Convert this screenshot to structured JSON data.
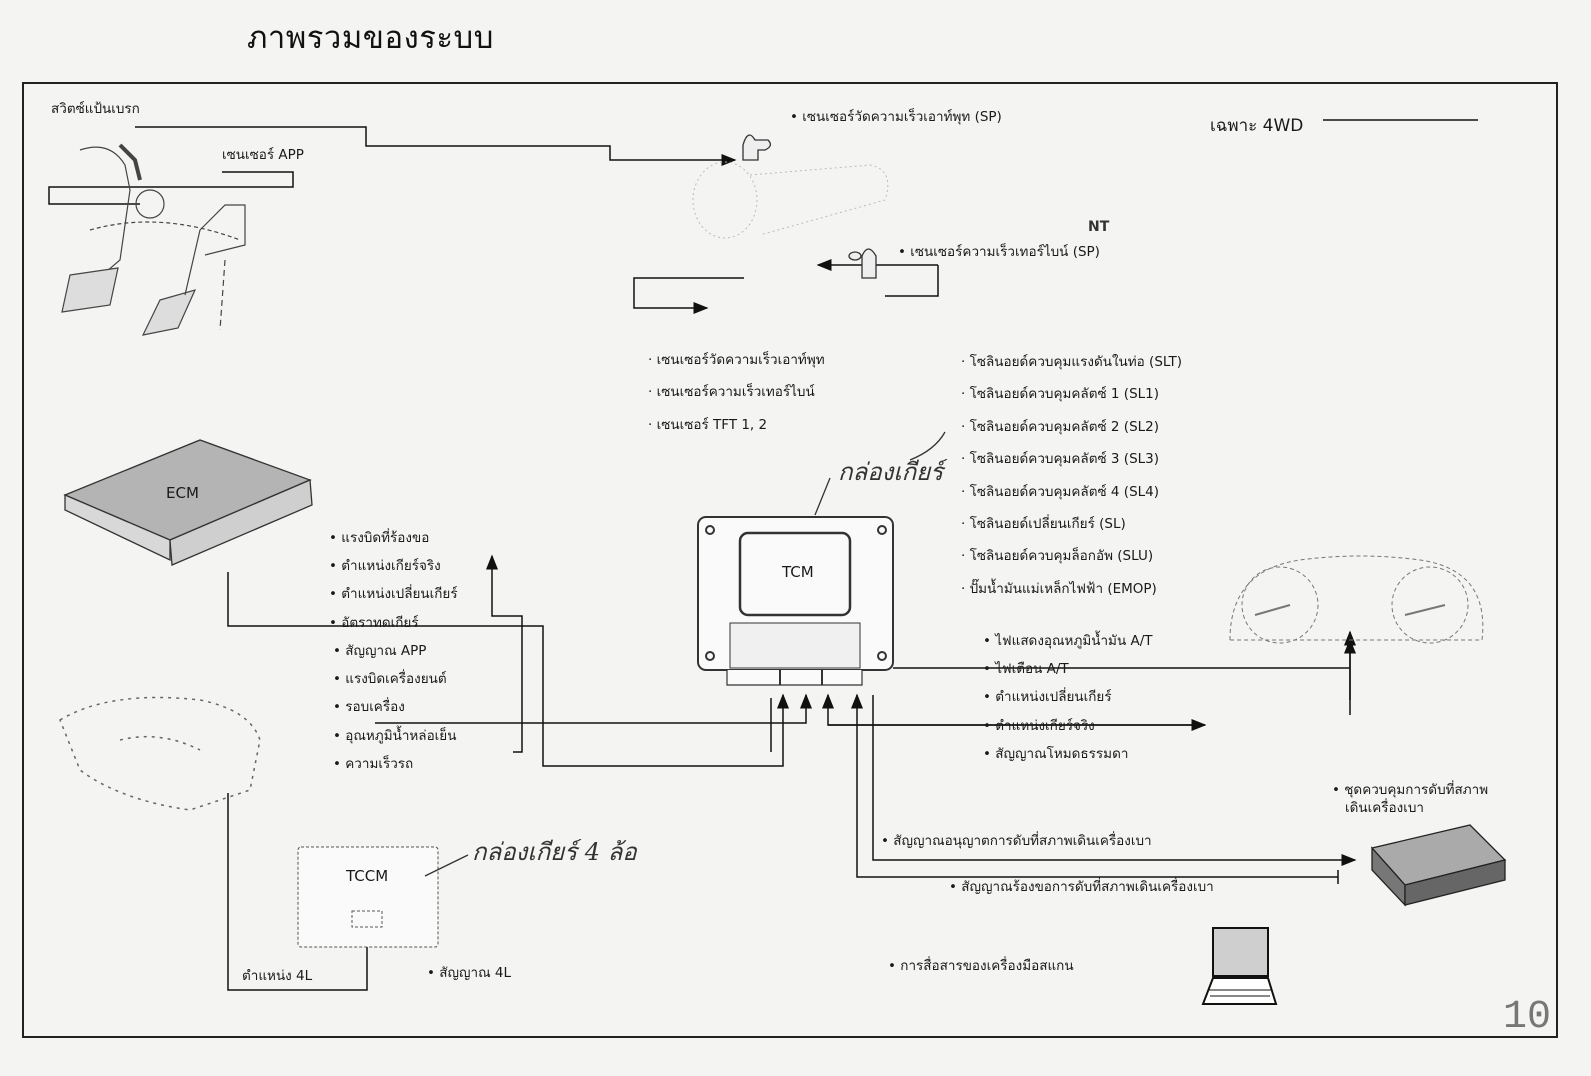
{
  "page": {
    "title": "ภาพรวมของระบบ",
    "page_number": "10",
    "scope_note": "เฉพาะ 4WD"
  },
  "inputs_top": {
    "brake_switch": "สวิตซ์แป้นเบรก",
    "app_sensor": "เซนเซอร์ APP",
    "sp_sensor": "เซนเซอร์วัดความเร็วเอาท์พุท (SP)",
    "nt_sensor": "เซนเซอร์ความเร็วเทอร์ไบน์ (SP)",
    "nt_annotation": "NT"
  },
  "transmission_sensors": [
    "เซนเซอร์วัดความเร็วเอาท์พุท",
    "เซนเซอร์ความเร็วเทอร์ไบน์",
    "เซนเซอร์ TFT 1, 2"
  ],
  "solenoids": [
    "โซลินอยด์ควบคุมแรงดันในท่อ (SLT)",
    "โซลินอยด์ควบคุมคลัตซ์ 1 (SL1)",
    "โซลินอยด์ควบคุมคลัตซ์ 2 (SL2)",
    "โซลินอยด์ควบคุมคลัตซ์ 3 (SL3)",
    "โซลินอยด์ควบคุมคลัตซ์ 4 (SL4)",
    "โซลินอยด์เปลี่ยนเกียร์ (SL)",
    "โซลินอยด์ควบคุมล็อกอัพ (SLU)",
    "ปั๊มน้ำมันแม่เหล็กไฟฟ้า (EMOP)"
  ],
  "modules": {
    "ecm": "ECM",
    "tcm": "TCM",
    "tccm": "TCCM",
    "tcm_handwritten": "กล่องเกียร์",
    "tccm_handwritten": "กล่องเกียร์ 4 ล้อ"
  },
  "ecm_to_tcm_signals": [
    "แรงบิดที่ร้องขอ",
    "ตำแหน่งเกียร์จริง",
    "ตำแหน่งเปลี่ยนเกียร์",
    "อัตราทดเกียร์"
  ],
  "tcm_to_ecm_signals": [
    "สัญญาณ APP",
    "แรงบิดเครื่องยนต์",
    "รอบเครื่อง",
    "อุณหภูมิน้ำหล่อเย็น",
    "ความเร็วรถ"
  ],
  "meter_signals": [
    "ไฟแสดงอุณหภูมิน้ำมัน A/T",
    "ไฟเตือน A/T",
    "ตำแหน่งเปลี่ยนเกียร์",
    "ตำแหน่งเกียร์จริง",
    "สัญญาณโหมดธรรมดา"
  ],
  "idle_stop": {
    "unit_label_line1": "ชุดควบคุมการดับที่สภาพ",
    "unit_label_line2": "เดินเครื่องเบา",
    "permit_signal": "สัญญาณอนุญาตการดับที่สภาพเดินเครื่องเบา",
    "request_signal": "สัญญาณร้องขอการดับที่สภาพเดินเครื่องเบา"
  },
  "tccm_signals": {
    "position_4l": "ตำแหน่ง 4L",
    "signal_4l": "สัญญาณ 4L"
  },
  "scan_tool": "การสื่อสารของเครื่องมือสแกน"
}
